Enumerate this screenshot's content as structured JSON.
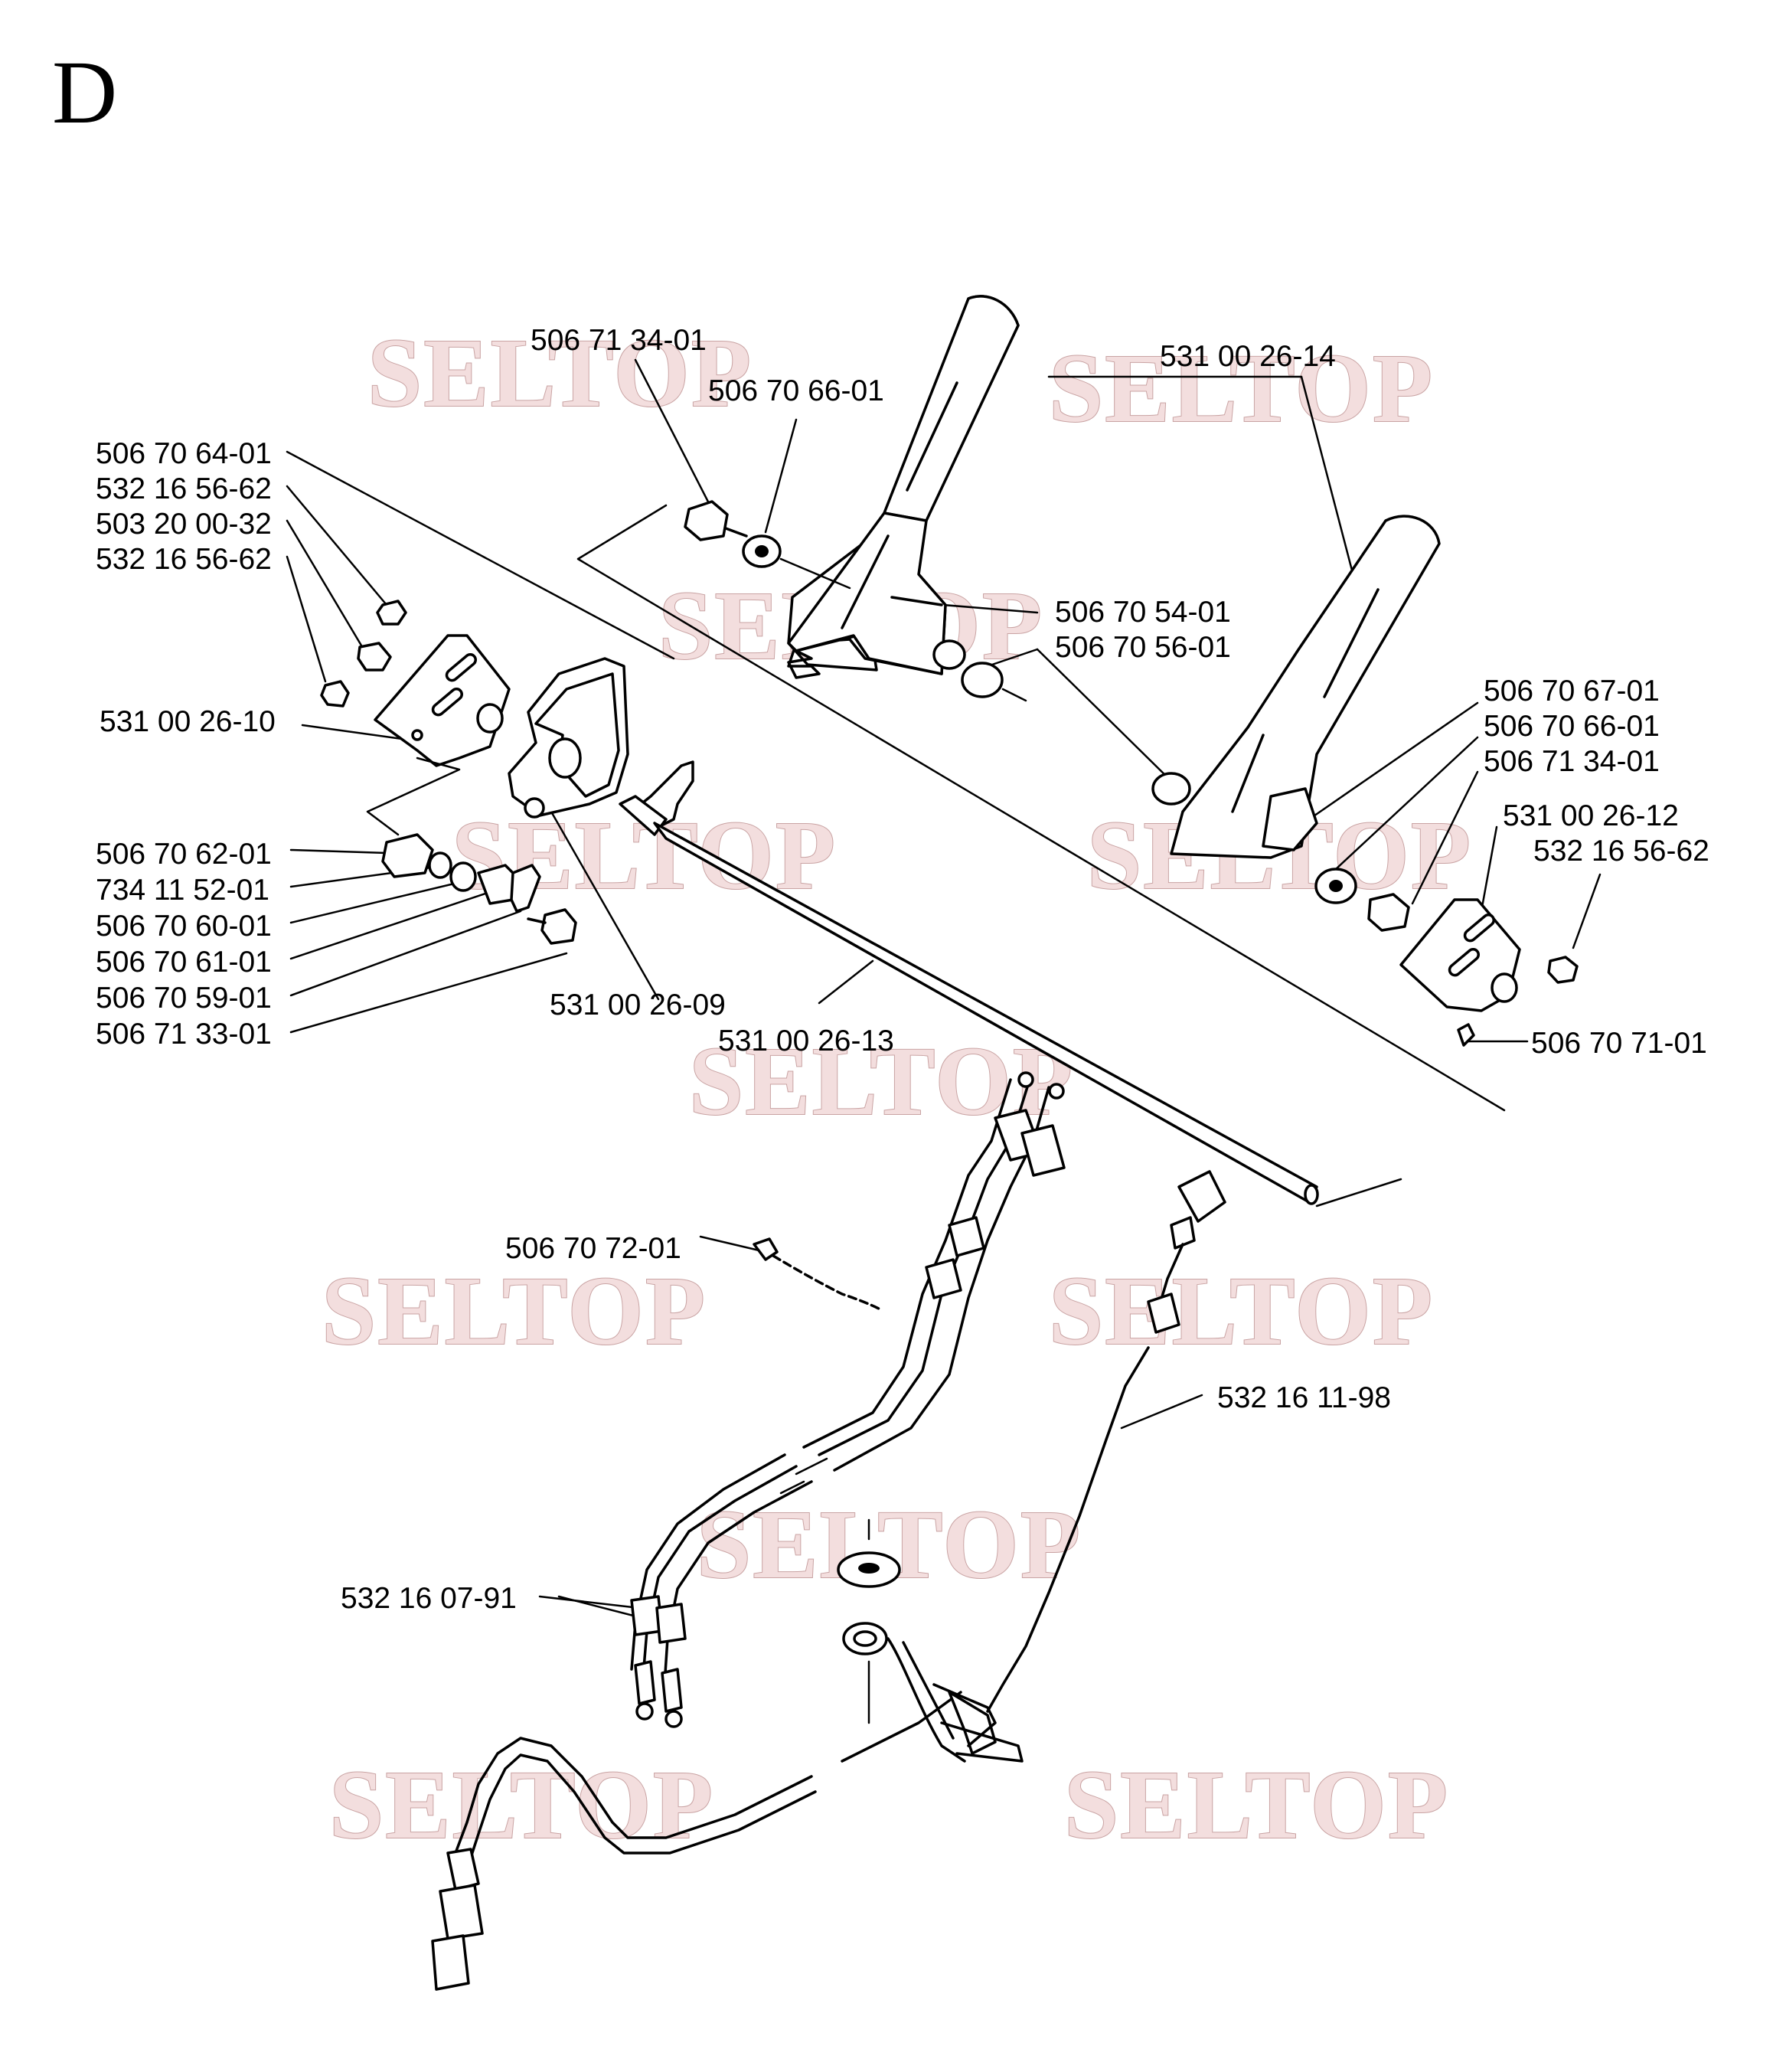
{
  "section_letter": "D",
  "watermark_text": "SELTOP",
  "labels": {
    "p50671340_top": "506 71 34-01",
    "p50670660_top": "506 70 66-01",
    "p53100261_4": "531 00 26-14",
    "p50670640": "506 70 64-01",
    "p53216566_a": "532 16 56-62",
    "p50320003": "503 20 00-32",
    "p53216566_b": "532 16 56-62",
    "p50670540": "506 70 54-01",
    "p50670560": "506 70 56-01",
    "p53100261_0": "531 00 26-10",
    "p50670670": "506 70 67-01",
    "p50670660_right": "506 70 66-01",
    "p50671340_right": "506 71 34-01",
    "p53100261_2": "531 00 26-12",
    "p53216566_c": "532 16 56-62",
    "p50670620": "506 70 62-01",
    "p73411152": "734 11 52-01",
    "p50670600": "506 70 60-01",
    "p50670610": "506 70 61-01",
    "p50670590": "506 70 59-01",
    "p50671330": "506 71 33-01",
    "p53100260_9": "531 00 26-09",
    "p53100261_3": "531 00 26-13",
    "p50670710": "506 70 71-01",
    "p50670720": "506 70 72-01",
    "p53216119": "532 16 11-98",
    "p53216079": "532 16 07-91"
  }
}
